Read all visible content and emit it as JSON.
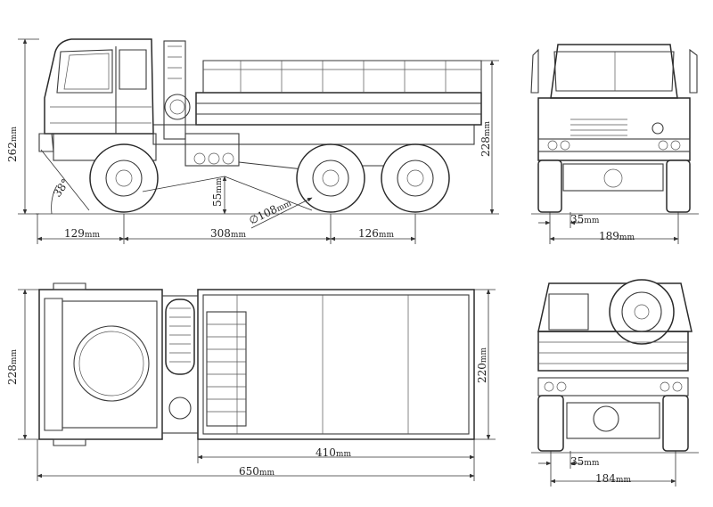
{
  "views": [
    "side-view",
    "front-view",
    "top-view",
    "rear-view"
  ],
  "dimensions": {
    "side_height": {
      "value": "262",
      "unit": "mm"
    },
    "side_bed_height": {
      "value": "228",
      "unit": "mm"
    },
    "approach_angle": {
      "value": "38°"
    },
    "ground_clearance": {
      "value": "55",
      "unit": "mm"
    },
    "wheel_diameter": {
      "value": "∅108",
      "unit": "mm"
    },
    "front_overhang": {
      "value": "129",
      "unit": "mm"
    },
    "wheelbase": {
      "value": "308",
      "unit": "mm"
    },
    "rear_axle_spacing": {
      "value": "126",
      "unit": "mm"
    },
    "front_tire_width": {
      "value": "35",
      "unit": "mm"
    },
    "front_track": {
      "value": "189",
      "unit": "mm"
    },
    "top_width": {
      "value": "228",
      "unit": "mm"
    },
    "bed_width": {
      "value": "220",
      "unit": "mm"
    },
    "bed_length": {
      "value": "410",
      "unit": "mm"
    },
    "overall_length": {
      "value": "650",
      "unit": "mm"
    },
    "rear_tire_width": {
      "value": "35",
      "unit": "mm"
    },
    "rear_track": {
      "value": "184",
      "unit": "mm"
    }
  }
}
